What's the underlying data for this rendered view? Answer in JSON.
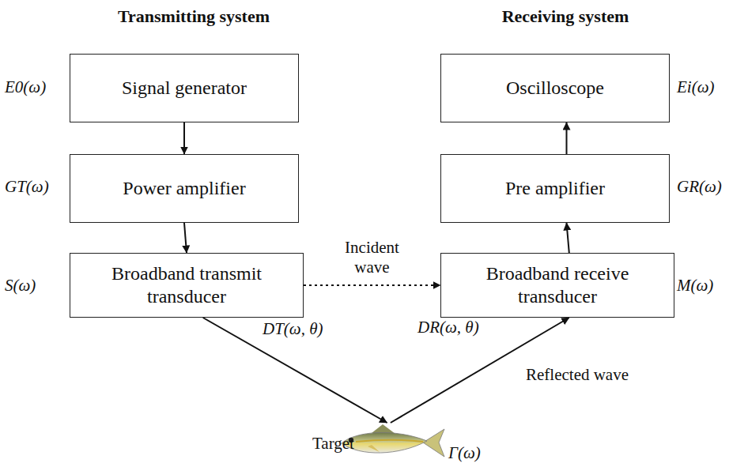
{
  "diagram": {
    "nodes": [
      {
        "text": [
          "Signal generator"
        ]
      },
      {
        "text": [
          "Power amplifier"
        ]
      },
      {
        "text": [
          "Broadband transmit transducer"
        ]
      },
      {
        "text": [
          "Oscilloscope"
        ]
      },
      {
        "text": [
          "Pre amplifier"
        ]
      },
      {
        "text": [
          "Broadband receive transducer"
        ]
      },
      {
        "text": [
          "Target",
          "Γ(ω)"
        ]
      }
    ],
    "edges": [
      {
        "from": 0,
        "to": 1,
        "arrow": "to"
      },
      {
        "from": 1,
        "to": 2,
        "arrow": "to"
      },
      {
        "from": 5,
        "to": 4,
        "arrow": "to"
      },
      {
        "from": 4,
        "to": 3,
        "arrow": "to"
      },
      {
        "from": 2,
        "to": 5,
        "label": "Incident wave",
        "arrow": "to"
      },
      {
        "from": 2,
        "to": 6,
        "arrow": "to"
      },
      {
        "from": 6,
        "to": 5,
        "label": "Reflected wave",
        "arrow": "to"
      }
    ],
    "labels": [
      "Transmitting system",
      "Receiving system",
      "E0(ω)",
      "GT(ω)",
      "S(ω)",
      "Ei(ω)",
      "GR(ω)",
      "M(ω)",
      "DT(ω, θ)",
      "DR(ω, θ)"
    ]
  }
}
